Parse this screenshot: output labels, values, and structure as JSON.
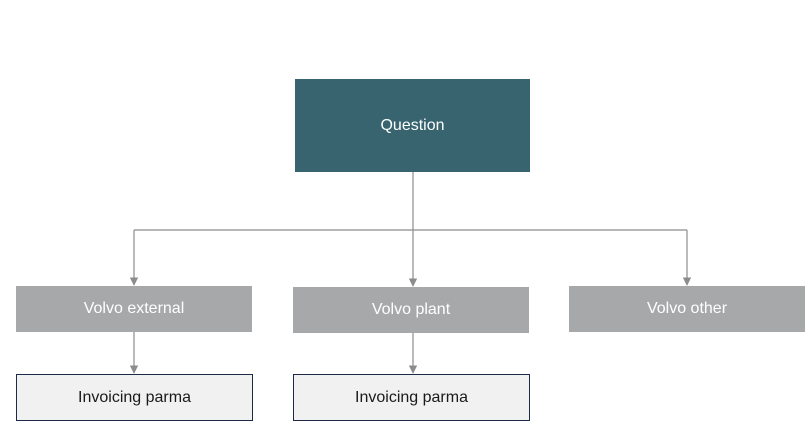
{
  "diagram": {
    "root": {
      "label": "Question"
    },
    "branches": [
      {
        "label": "Volvo external",
        "child": {
          "label": "Invoicing parma"
        }
      },
      {
        "label": "Volvo plant",
        "child": {
          "label": "Invoicing parma"
        }
      },
      {
        "label": "Volvo other",
        "child": null
      }
    ]
  },
  "colors": {
    "root_fill": "#37646f",
    "branch_fill": "#a7a8a9",
    "leaf_fill": "#f1f1f2",
    "leaf_border": "#1c2a47",
    "connector": "#8c8c8c"
  }
}
